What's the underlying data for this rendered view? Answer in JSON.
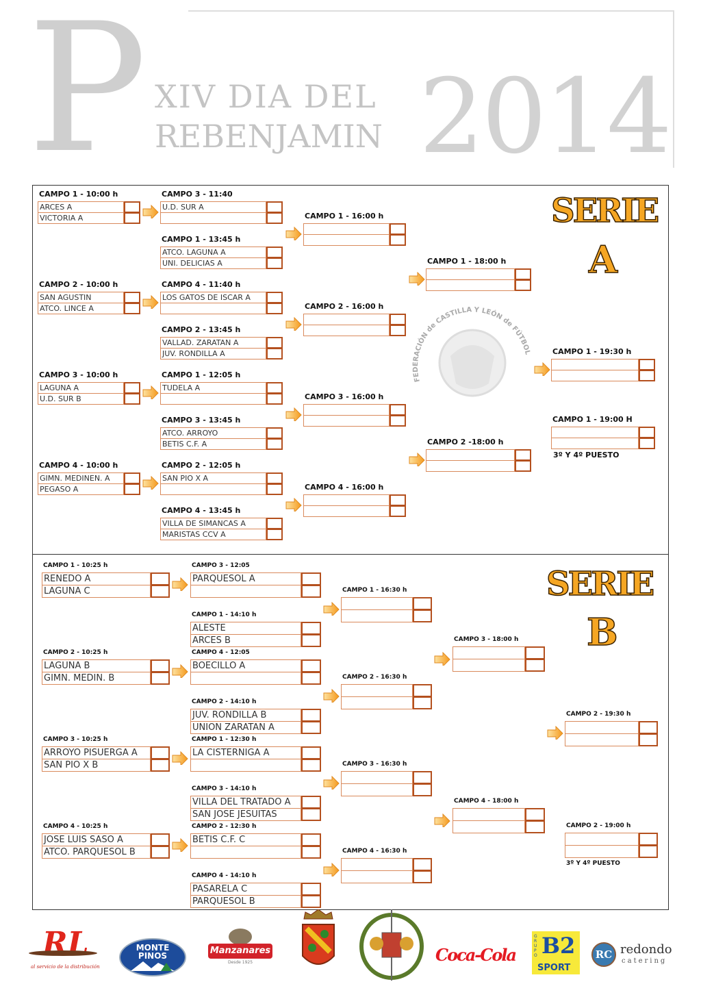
{
  "header": {
    "initial": "P",
    "title_line1": "XIV DIA DEL",
    "title_line2": "REBENJAMIN",
    "year": "2014"
  },
  "watermark": {
    "text": "FEDERACIÓN de CASTILLA Y LEÓN de FÚTBOL"
  },
  "colors": {
    "accent": "#f5a623",
    "box_border": "#d98a5c",
    "score_border": "#b4501e"
  },
  "serie_a": {
    "title": "SERIE",
    "letter": "A",
    "third_place_note": "3º Y 4º PUESTO",
    "matches": [
      {
        "label": "CAMPO 1 - 10:00 h",
        "teams": [
          "ARCES A",
          "VICTORIA A"
        ]
      },
      {
        "label": "CAMPO 2 - 10:00 h",
        "teams": [
          "SAN AGUSTIN",
          "ATCO. LINCE A"
        ]
      },
      {
        "label": "CAMPO 3 - 10:00 h",
        "teams": [
          "LAGUNA A",
          "U.D. SUR B"
        ]
      },
      {
        "label": "CAMPO 4 - 10:00 h",
        "teams": [
          "GIMN. MEDINEN. A",
          "PEGASO A"
        ]
      },
      {
        "label": "CAMPO 3 - 11:40",
        "teams": [
          "U.D. SUR A",
          ""
        ]
      },
      {
        "label": "CAMPO 1 - 13:45 h",
        "teams": [
          "ATCO. LAGUNA A",
          "UNI. DELICIAS A"
        ]
      },
      {
        "label": "CAMPO 4 - 11:40 h",
        "teams": [
          "LOS GATOS DE ISCAR A",
          ""
        ]
      },
      {
        "label": "CAMPO 2 - 13:45 h",
        "teams": [
          "VALLAD. ZARATAN A",
          "JUV. RONDILLA A"
        ]
      },
      {
        "label": "CAMPO 1 - 12:05 h",
        "teams": [
          "TUDELA A",
          ""
        ]
      },
      {
        "label": "CAMPO 3 - 13:45 h",
        "teams": [
          "ATCO. ARROYO",
          "BETIS C.F. A"
        ]
      },
      {
        "label": "CAMPO 2 - 12:05 h",
        "teams": [
          "SAN PIO X A",
          ""
        ]
      },
      {
        "label": "CAMPO 4 - 13:45 h",
        "teams": [
          "VILLA DE SIMANCAS A",
          "MARISTAS CCV A"
        ]
      },
      {
        "label": "CAMPO 1 - 16:00 h",
        "teams": [
          "",
          ""
        ]
      },
      {
        "label": "CAMPO 2 - 16:00 h",
        "teams": [
          "",
          ""
        ]
      },
      {
        "label": "CAMPO 3 - 16:00 h",
        "teams": [
          "",
          ""
        ]
      },
      {
        "label": "CAMPO 4 - 16:00 h",
        "teams": [
          "",
          ""
        ]
      },
      {
        "label": "CAMPO  1 - 18:00 h",
        "teams": [
          "",
          ""
        ]
      },
      {
        "label": "CAMPO  2 -18:00 h",
        "teams": [
          "",
          ""
        ]
      },
      {
        "label": "CAMPO 1 - 19:30 h",
        "teams": [
          "",
          ""
        ]
      },
      {
        "label": "CAMPO 1 - 19:00 H",
        "teams": [
          "",
          ""
        ]
      }
    ]
  },
  "serie_b": {
    "title": "SERIE",
    "letter": "B",
    "third_place_note": "3º Y 4º PUESTO",
    "matches": [
      {
        "label": "CAMPO 1 - 10:25 h",
        "teams": [
          "RENEDO A",
          "LAGUNA C"
        ]
      },
      {
        "label": "CAMPO 2 - 10:25 h",
        "teams": [
          "LAGUNA B",
          "GIMN. MEDIN. B"
        ]
      },
      {
        "label": "CAMPO 3 - 10:25 h",
        "teams": [
          "ARROYO PISUERGA A",
          "SAN PIO X B"
        ]
      },
      {
        "label": "CAMPO 4 - 10:25 h",
        "teams": [
          "JOSE LUIS SASO A",
          "ATCO. PARQUESOL B"
        ]
      },
      {
        "label": "CAMPO 3 - 12:05",
        "teams": [
          "PARQUESOL A",
          ""
        ]
      },
      {
        "label": "CAMPO 1 - 14:10 h",
        "teams": [
          "ALESTE",
          "ARCES B"
        ]
      },
      {
        "label": "CAMPO 4 - 12:05",
        "teams": [
          "BOECILLO A",
          ""
        ]
      },
      {
        "label": "CAMPO 2 - 14:10 h",
        "teams": [
          "JUV. RONDILLA B",
          "UNION ZARATAN A"
        ]
      },
      {
        "label": "CAMPO 1 - 12:30 h",
        "teams": [
          "LA CISTERNIGA A",
          ""
        ]
      },
      {
        "label": "CAMPO 3 - 14:10 h",
        "teams": [
          "VILLA DEL TRATADO A",
          "SAN JOSE JESUITAS"
        ]
      },
      {
        "label": "CAMPO 2 - 12:30 h",
        "teams": [
          "BETIS C.F. C",
          ""
        ]
      },
      {
        "label": "CAMPO 4 - 14:10 h",
        "teams": [
          "PASARELA C",
          "PARQUESOL B"
        ]
      },
      {
        "label": "CAMPO 1 - 16:30 h",
        "teams": [
          "",
          ""
        ]
      },
      {
        "label": "CAMPO 2 - 16:30 h",
        "teams": [
          "",
          ""
        ]
      },
      {
        "label": "CAMPO 3 - 16:30 h",
        "teams": [
          "",
          ""
        ]
      },
      {
        "label": "CAMPO 4 - 16:30 h",
        "teams": [
          "",
          ""
        ]
      },
      {
        "label": "CAMPO 3 - 18:00 h",
        "teams": [
          "",
          ""
        ]
      },
      {
        "label": "CAMPO 4 - 18:00 h",
        "teams": [
          "",
          ""
        ]
      },
      {
        "label": "CAMPO 2 - 19:30 h",
        "teams": [
          "",
          ""
        ]
      },
      {
        "label": "CAMPO 2 -  19:00 h",
        "teams": [
          "",
          ""
        ]
      }
    ]
  },
  "sponsors": {
    "rl": {
      "mark": "RL",
      "tagline": "al servicio de la distribución"
    },
    "montepinos": {
      "name": "MONTE PINOS"
    },
    "manzanares": {
      "name": "Manzanares",
      "since": "Desde 1925"
    },
    "cocacola": {
      "name": "Coca-Cola"
    },
    "b2": {
      "group": "GRUPO",
      "mark": "B2",
      "sport": "SPORT"
    },
    "redondo": {
      "mark": "RC",
      "name": "redondo",
      "sub": "catering"
    }
  }
}
